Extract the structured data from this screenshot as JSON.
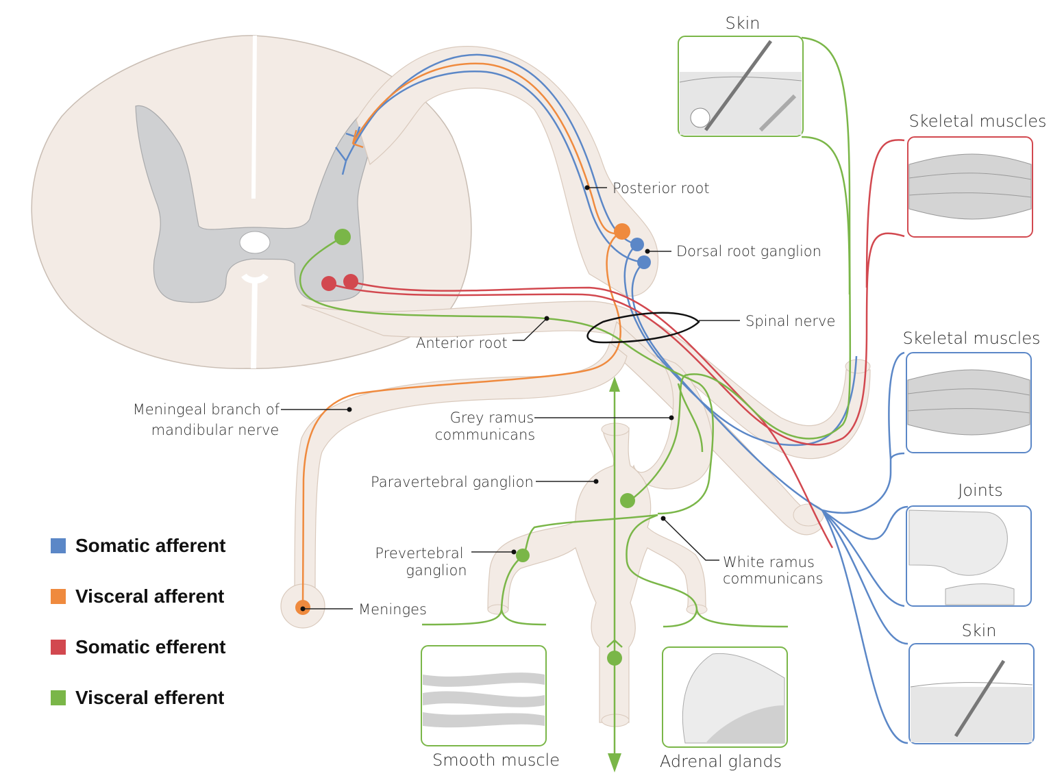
{
  "colors": {
    "somatic_afferent": "#5b87c7",
    "visceral_afferent": "#ef8a3e",
    "somatic_efferent": "#d2484f",
    "visceral_efferent": "#7ab648",
    "tissue": "#f3ebe5",
    "grey_matter": "#cfd0d2"
  },
  "labels": {
    "posterior_root": "Posterior root",
    "dorsal_root_ganglion": "Dorsal root ganglion",
    "spinal_nerve": "Spinal nerve",
    "anterior_root": "Anterior root",
    "meningeal_branch_1": "Meningeal branch of",
    "meningeal_branch_2": "mandibular nerve",
    "grey_ramus_1": "Grey ramus",
    "grey_ramus_2": "communicans",
    "paravertebral_ganglion": "Paravertebral ganglion",
    "prevertebral_1": "Prevertebral",
    "prevertebral_2": "ganglion",
    "white_ramus_1": "White ramus",
    "white_ramus_2": "communicans",
    "meninges": "Meninges",
    "skin_top": "Skin",
    "skeletal_muscles_1": "Skeletal muscles",
    "skeletal_muscles_2": "Skeletal muscles",
    "joints": "Joints",
    "skin_bottom": "Skin",
    "smooth_muscle": "Smooth muscle",
    "adrenal_glands": "Adrenal glands"
  },
  "legend": [
    {
      "key": "somatic_afferent",
      "label": "Somatic afferent",
      "color": "#5b87c7"
    },
    {
      "key": "visceral_afferent",
      "label": "Visceral afferent",
      "color": "#ef8a3e"
    },
    {
      "key": "somatic_efferent",
      "label": "Somatic efferent",
      "color": "#d2484f"
    },
    {
      "key": "visceral_efferent",
      "label": "Visceral efferent",
      "color": "#7ab648"
    }
  ]
}
